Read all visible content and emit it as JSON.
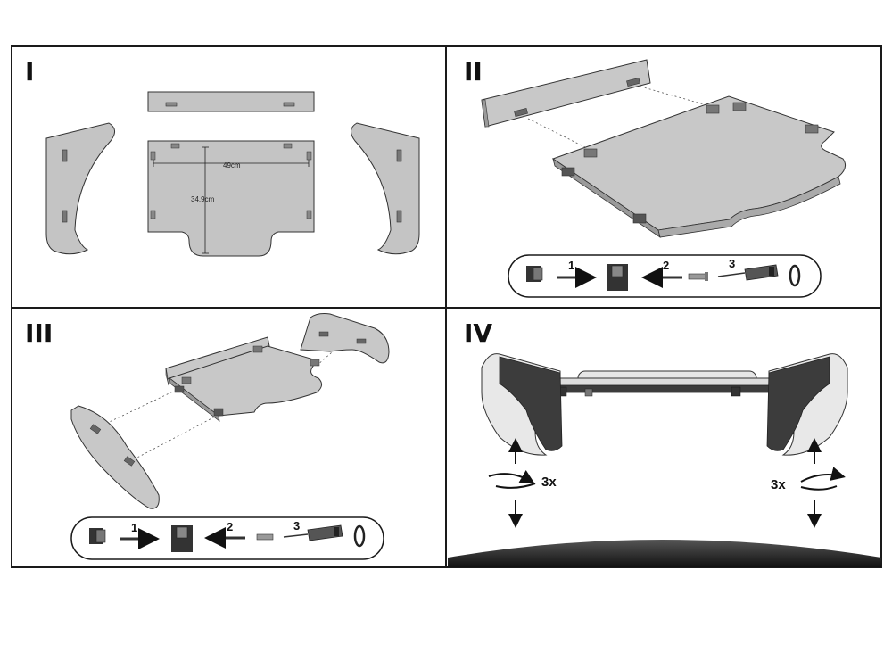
{
  "panels": [
    {
      "step": "I"
    },
    {
      "step": "II"
    },
    {
      "step": "III"
    },
    {
      "step": "IV"
    }
  ],
  "dimensions": {
    "width": "49cm",
    "depth": "34,9cm"
  },
  "sequence_labels": [
    "1",
    "2",
    "3"
  ],
  "rotation_label": "3x",
  "colors": {
    "border": "#1a1a1a",
    "panel_fill": "#c4c4c4",
    "dark_part": "#3c3c3c",
    "ground": "#2a2a2a"
  }
}
